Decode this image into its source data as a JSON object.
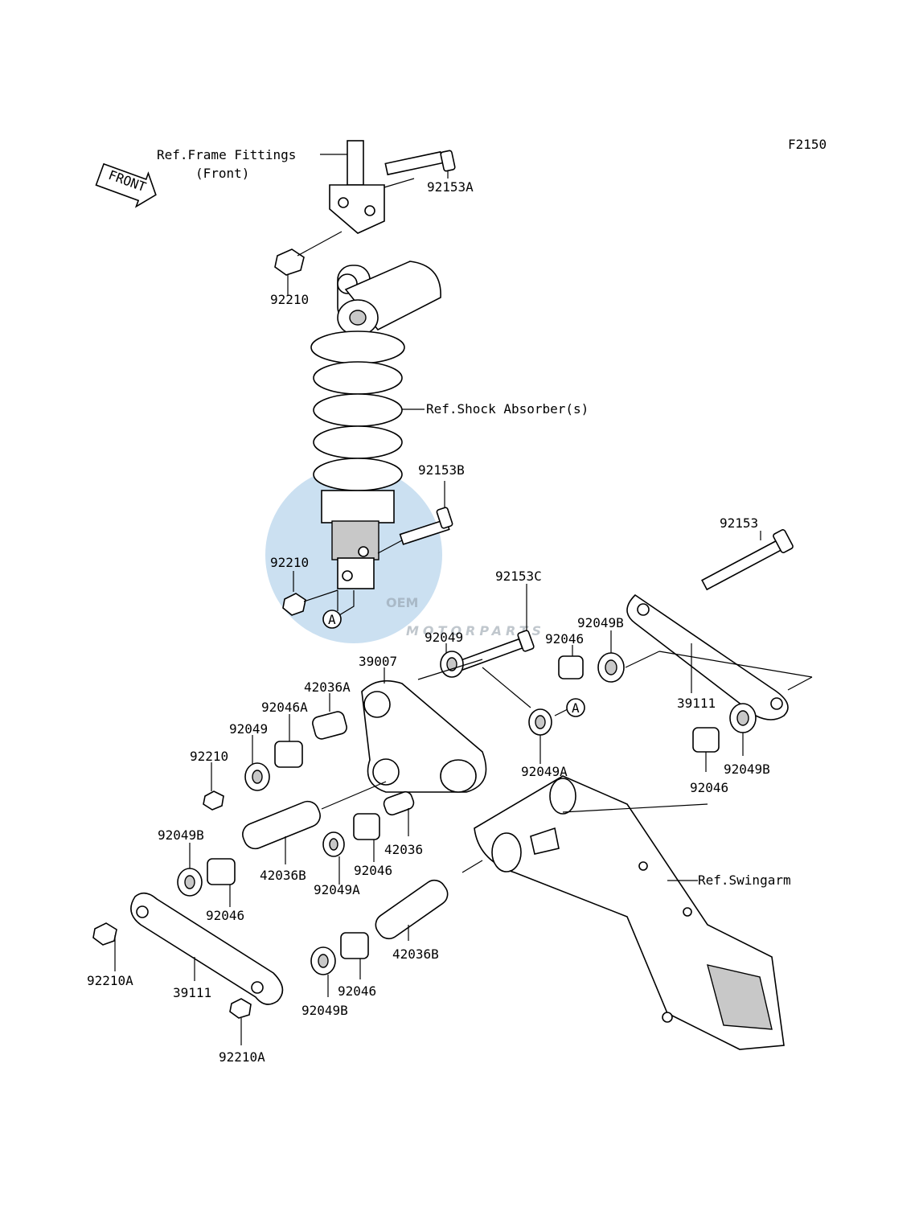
{
  "figure_id": "F2150",
  "front_label": "FRONT",
  "watermark": {
    "logo": "OEM",
    "sub": "MOTORPARTS"
  },
  "references": {
    "frame": "Ref.Frame Fittings",
    "frame_sub": "(Front)",
    "shock": "Ref.Shock Absorber(s)",
    "swingarm": "Ref.Swingarm"
  },
  "callout_marker": "A",
  "parts": {
    "p92153A": "92153A",
    "p92210_top": "92210",
    "p92153B": "92153B",
    "p92210_mid": "92210",
    "p92153": "92153",
    "p92153C": "92153C",
    "p92049B_a": "92049B",
    "p92049_a": "92049",
    "p92046_a": "92046",
    "p39007": "39007",
    "p42036A": "42036A",
    "p92046A": "92046A",
    "p92049_b": "92049",
    "p39111_a": "39111",
    "p92210_low": "92210",
    "p92049A_a": "92049A",
    "p92049B_b": "92049B",
    "p92046_b": "92046",
    "p92049B_c": "92049B",
    "p42036": "42036",
    "p42036B_a": "42036B",
    "p92046_c": "92046",
    "p92049A_b": "92049A",
    "p92046_d": "92046",
    "p92210A_a": "92210A",
    "p39111_b": "39111",
    "p92046_e": "92046",
    "p42036B_b": "42036B",
    "p92049B_d": "92049B",
    "p92210A_b": "92210A"
  }
}
